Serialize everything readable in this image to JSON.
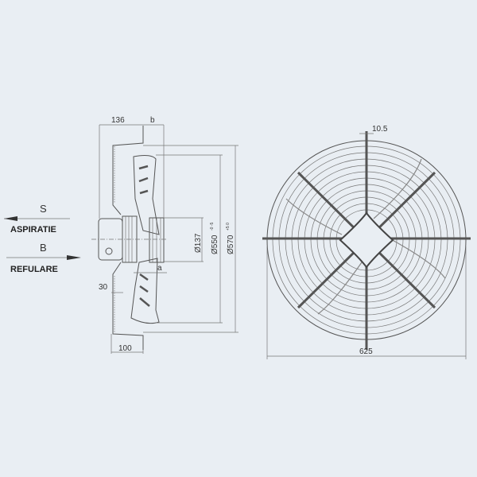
{
  "legend": {
    "suction_letter": "S",
    "suction_label": "ASPIRATIE",
    "discharge_letter": "B",
    "discharge_label": "REFULARE"
  },
  "side_view": {
    "dim_depth": "136",
    "dim_b": "b",
    "dim_hub": "Ø137",
    "dim_impeller": "Ø550",
    "dim_impeller_tol": "-0 -5",
    "dim_ring": "Ø570",
    "dim_ring_tol": "+5 0",
    "dim_a": "a",
    "dim_30": "30",
    "dim_100": "100"
  },
  "front_view": {
    "dim_strut": "10.5",
    "dim_width": "625"
  }
}
